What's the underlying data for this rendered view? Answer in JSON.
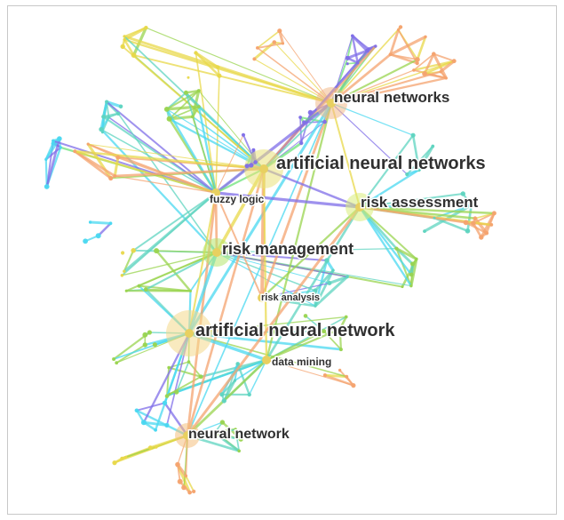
{
  "network": {
    "labels": [
      {
        "id": "neural-networks",
        "text": "neural networks",
        "size": "large"
      },
      {
        "id": "artificial-neural-networks",
        "text": "artificial neural networks",
        "size": "xlarge"
      },
      {
        "id": "fuzzy-logic",
        "text": "fuzzy logic",
        "size": "small"
      },
      {
        "id": "risk-assessment",
        "text": "risk assessment",
        "size": "large"
      },
      {
        "id": "risk-management",
        "text": "risk management",
        "size": "large"
      },
      {
        "id": "risk-analysis",
        "text": "risk analysis",
        "size": "small"
      },
      {
        "id": "artificial-neural-network",
        "text": "artificial neural network",
        "size": "xlarge"
      },
      {
        "id": "data-mining",
        "text": "data mining",
        "size": "small"
      },
      {
        "id": "neural-network",
        "text": "neural network",
        "size": "large"
      }
    ],
    "colors": [
      "#f4a36f",
      "#e8d84a",
      "#9ad44f",
      "#5fd4c0",
      "#4ad8f0",
      "#7f6ee8",
      "#6ee37a"
    ]
  }
}
